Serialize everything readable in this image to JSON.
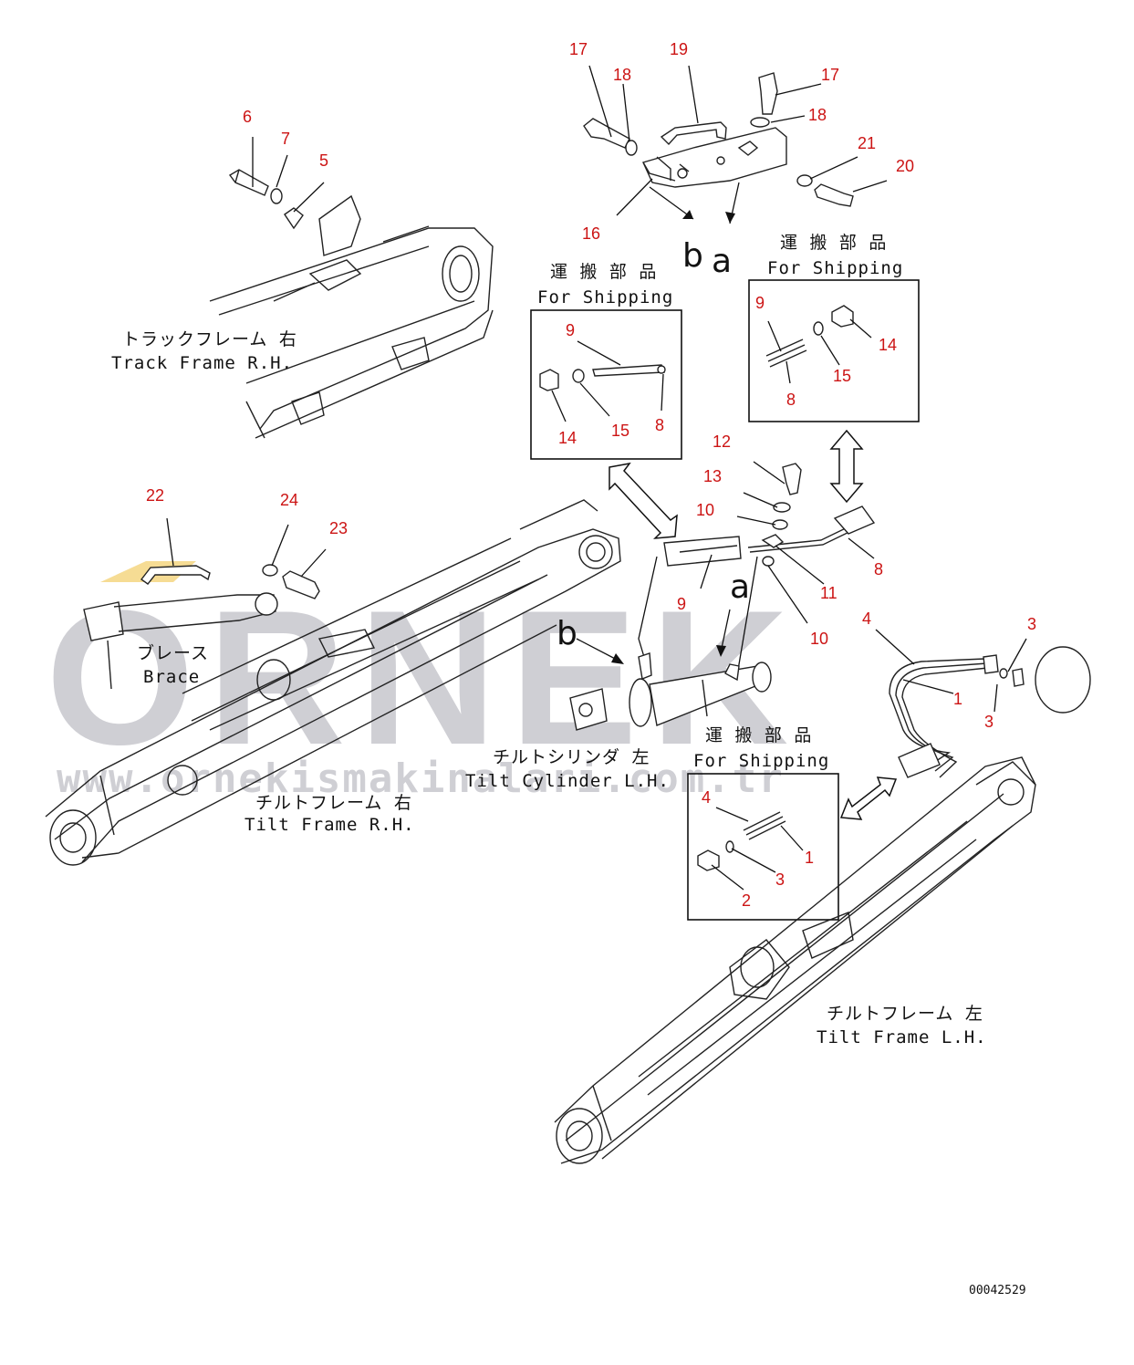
{
  "drawing_number": "00042529",
  "watermark": {
    "text": "ORNEK",
    "url": "www.ornekismakinalari.com.tr"
  },
  "view_letters": {
    "b": "b",
    "a": "a"
  },
  "labels": {
    "track_frame_jp": "トラックフレーム 右",
    "track_frame_en": "Track Frame R.H.",
    "brace_jp": "ブレース",
    "brace_en": "Brace",
    "tilt_frame_rh_jp": "チルトフレーム 右",
    "tilt_frame_rh_en": "Tilt Frame R.H.",
    "tilt_cyl_jp": "チルトシリンダ 左",
    "tilt_cyl_en": "Tilt Cylinder L.H.",
    "tilt_frame_lh_jp": "チルトフレーム 左",
    "tilt_frame_lh_en": "Tilt Frame L.H."
  },
  "shipping_boxes": [
    {
      "jp": "運 搬 部 品",
      "en": "For Shipping"
    },
    {
      "jp": "運 搬 部 品",
      "en": "For Shipping"
    },
    {
      "jp": "運 搬 部 品",
      "en": "For Shipping"
    }
  ],
  "callouts": [
    "17",
    "19",
    "18",
    "17",
    "18",
    "21",
    "20",
    "16",
    "6",
    "7",
    "5",
    "9",
    "14",
    "15",
    "8",
    "9",
    "14",
    "15",
    "8",
    "12",
    "13",
    "10",
    "10",
    "11",
    "8",
    "9",
    "22",
    "24",
    "23",
    "4",
    "3",
    "1",
    "3",
    "4",
    "1",
    "3",
    "2"
  ]
}
